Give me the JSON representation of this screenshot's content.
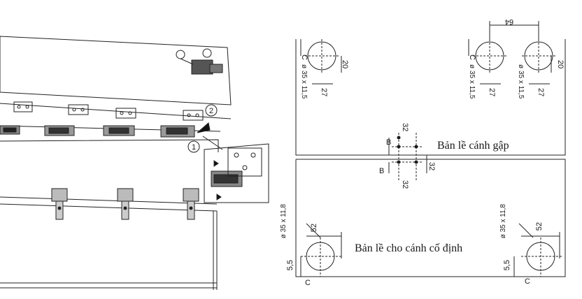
{
  "panel_right": {
    "top_panel_label": "Bản lề cánh gập",
    "bottom_panel_label": "Bản lề cho cánh cố định",
    "top_hole_dims": {
      "spacing": "64",
      "offset_c": "C",
      "vertical": "20",
      "horizontal": "27",
      "bore_left": "ø 35 x 11,5",
      "bore_mid": "ø 35 x 11,5",
      "bore_right": "ø 35 x 11,5"
    },
    "center_dims": {
      "b_top": "B",
      "b_bottom": "B",
      "d32_top": "32",
      "d32_right": "32",
      "d32_bottom": "32"
    },
    "bottom_hole_dims": {
      "bore_left": "ø 35 x 11,8",
      "bore_right": "ø 35 x 11,8",
      "d52_left": "52",
      "d52_right": "52",
      "d55_left": "5,5",
      "d55_right": "5,5",
      "c_left": "C",
      "c_right": "C"
    }
  },
  "panel_left": {
    "step_1": "1",
    "step_2": "2"
  }
}
